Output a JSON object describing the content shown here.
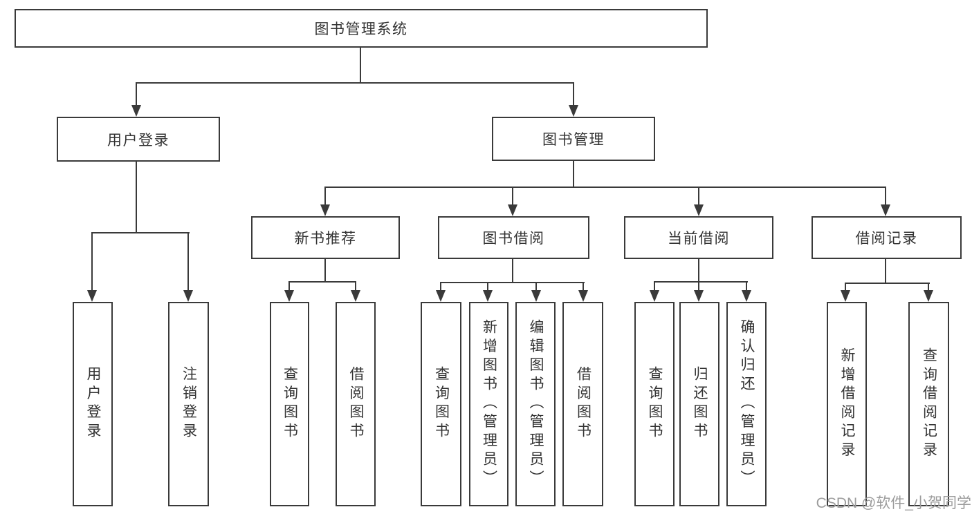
{
  "diagram": {
    "root": {
      "label": "图书管理系统"
    },
    "user_login": {
      "label": "用户登录"
    },
    "book_mgmt": {
      "label": "图书管理"
    },
    "new_books": {
      "label": "新书推荐"
    },
    "book_borrow": {
      "label": "图书借阅"
    },
    "current_borrow": {
      "label": "当前借阅"
    },
    "borrow_records": {
      "label": "借阅记录"
    },
    "leaves": {
      "user_login_leaf": {
        "label": "用户登录"
      },
      "logout": {
        "label": "注销登录"
      },
      "nb_query": {
        "label": "查询图书"
      },
      "nb_borrow": {
        "label": "借阅图书"
      },
      "bw_query": {
        "label": "查询图书"
      },
      "bw_add": {
        "label": "新增图书（管理员）"
      },
      "bw_edit": {
        "label": "编辑图书（管理员）"
      },
      "bw_borrow": {
        "label": "借阅图书"
      },
      "cb_query": {
        "label": "查询图书"
      },
      "cb_return": {
        "label": "归还图书"
      },
      "cb_confirm": {
        "label": "确认归还（管理员）"
      },
      "rc_add": {
        "label": "新增借阅记录"
      },
      "rc_query": {
        "label": "查询借阅记录"
      }
    }
  },
  "watermark": {
    "text": "CSDN @软件_小贺同学"
  },
  "colors": {
    "line": "#3a3a3a",
    "text": "#333333",
    "watermark_gray": "#9c9c9c",
    "background": "#ffffff"
  }
}
